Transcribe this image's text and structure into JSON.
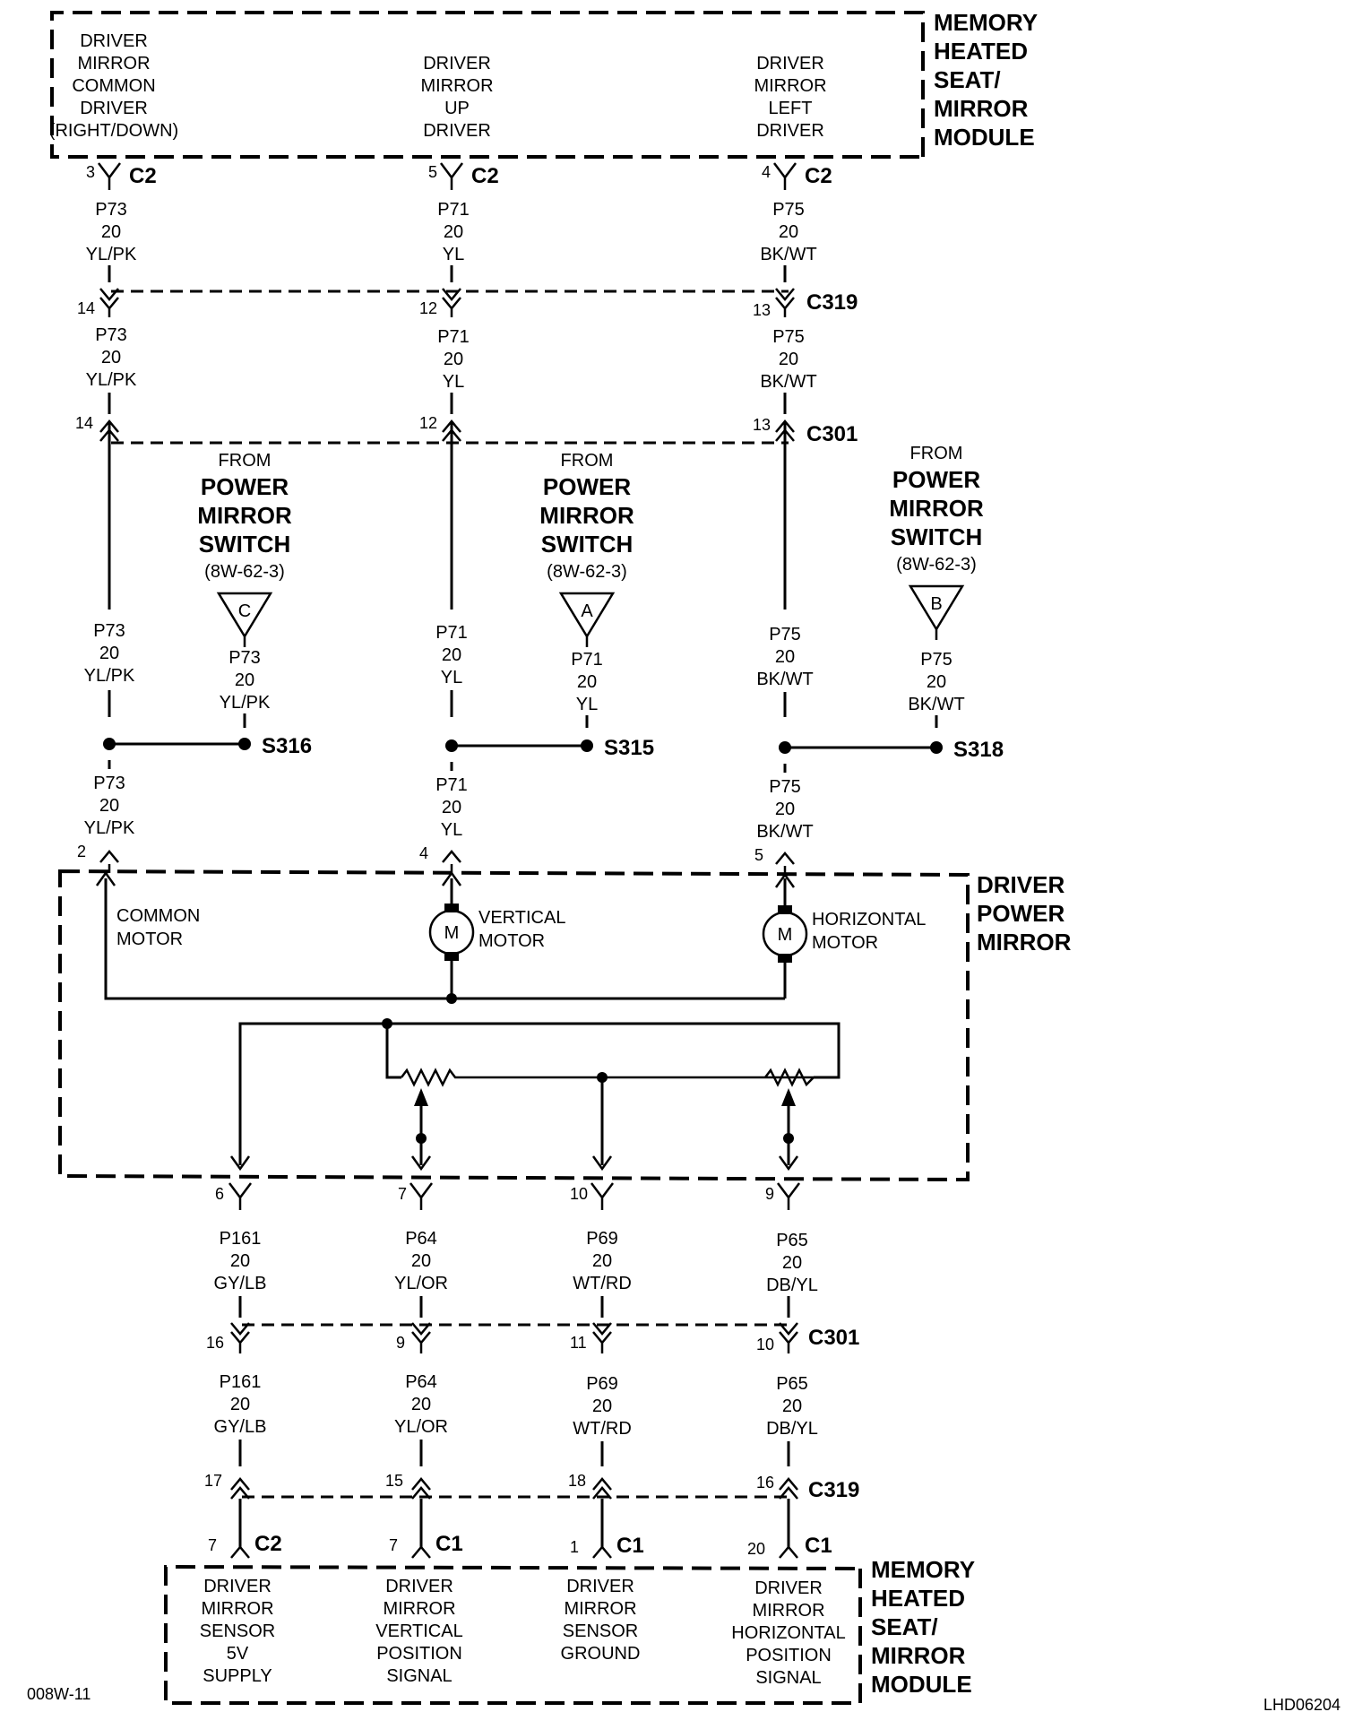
{
  "top_module": {
    "title": [
      "MEMORY",
      "HEATED",
      "SEAT/",
      "MIRROR",
      "MODULE"
    ],
    "outputs": [
      {
        "lines": [
          "DRIVER",
          "MIRROR",
          "COMMON",
          "DRIVER",
          "(RIGHT/DOWN)"
        ],
        "pin": "3",
        "conn": "C2"
      },
      {
        "lines": [
          "DRIVER",
          "MIRROR",
          "UP",
          "DRIVER"
        ],
        "pin": "5",
        "conn": "C2"
      },
      {
        "lines": [
          "DRIVER",
          "MIRROR",
          "LEFT",
          "DRIVER"
        ],
        "pin": "4",
        "conn": "C2"
      }
    ]
  },
  "wires_upper": [
    {
      "circuit": "P73",
      "gauge": "20",
      "color": "YL/PK"
    },
    {
      "circuit": "P71",
      "gauge": "20",
      "color": "YL"
    },
    {
      "circuit": "P75",
      "gauge": "20",
      "color": "BK/WT"
    }
  ],
  "c319_top": {
    "name": "C319",
    "pins": [
      "14",
      "12",
      "13"
    ]
  },
  "c301_top": {
    "name": "C301",
    "pins": [
      "14",
      "12",
      "13"
    ]
  },
  "switch_refs": [
    {
      "lines": [
        "FROM"
      ],
      "bold": [
        "POWER",
        "MIRROR",
        "SWITCH"
      ],
      "ref": "(8W-62-3)",
      "letter": "C",
      "circuit": "P73",
      "gauge": "20",
      "color": "YL/PK",
      "splice": "S316"
    },
    {
      "lines": [
        "FROM"
      ],
      "bold": [
        "POWER",
        "MIRROR",
        "SWITCH"
      ],
      "ref": "(8W-62-3)",
      "letter": "A",
      "circuit": "P71",
      "gauge": "20",
      "color": "YL",
      "splice": "S315"
    },
    {
      "lines": [
        "FROM"
      ],
      "bold": [
        "POWER",
        "MIRROR",
        "SWITCH"
      ],
      "ref": "(8W-62-3)",
      "letter": "B",
      "circuit": "P75",
      "gauge": "20",
      "color": "BK/WT",
      "splice": "S318"
    }
  ],
  "mirror": {
    "title": [
      "DRIVER",
      "POWER",
      "MIRROR"
    ],
    "pins": [
      "2",
      "4",
      "5"
    ],
    "common_label": [
      "COMMON",
      "MOTOR"
    ],
    "vertical_label": [
      "VERTICAL",
      "MOTOR"
    ],
    "horizontal_label": [
      "HORIZONTAL",
      "MOTOR"
    ],
    "motor_symbol": "M",
    "bottom_pins": [
      "6",
      "7",
      "10",
      "9"
    ]
  },
  "wires_lower": [
    {
      "circuit": "P161",
      "gauge": "20",
      "color": "GY/LB"
    },
    {
      "circuit": "P64",
      "gauge": "20",
      "color": "YL/OR"
    },
    {
      "circuit": "P69",
      "gauge": "20",
      "color": "WT/RD"
    },
    {
      "circuit": "P65",
      "gauge": "20",
      "color": "DB/YL"
    }
  ],
  "c301_bottom": {
    "name": "C301",
    "pins": [
      "16",
      "9",
      "11",
      "10"
    ]
  },
  "c319_bottom": {
    "name": "C319",
    "pins": [
      "17",
      "15",
      "18",
      "16"
    ]
  },
  "bottom_module": {
    "title": [
      "MEMORY",
      "HEATED",
      "SEAT/",
      "MIRROR",
      "MODULE"
    ],
    "inputs": [
      {
        "lines": [
          "DRIVER",
          "MIRROR",
          "SENSOR",
          "5V",
          "SUPPLY"
        ],
        "pin": "7",
        "conn": "C2"
      },
      {
        "lines": [
          "DRIVER",
          "MIRROR",
          "VERTICAL",
          "POSITION",
          "SIGNAL"
        ],
        "pin": "7",
        "conn": "C1"
      },
      {
        "lines": [
          "DRIVER",
          "MIRROR",
          "SENSOR",
          "GROUND"
        ],
        "pin": "1",
        "conn": "C1"
      },
      {
        "lines": [
          "DRIVER",
          "MIRROR",
          "HORIZONTAL",
          "POSITION",
          "SIGNAL"
        ],
        "pin": "20",
        "conn": "C1"
      }
    ]
  },
  "footer": {
    "left": "008W-11",
    "right": "LHD06204"
  }
}
